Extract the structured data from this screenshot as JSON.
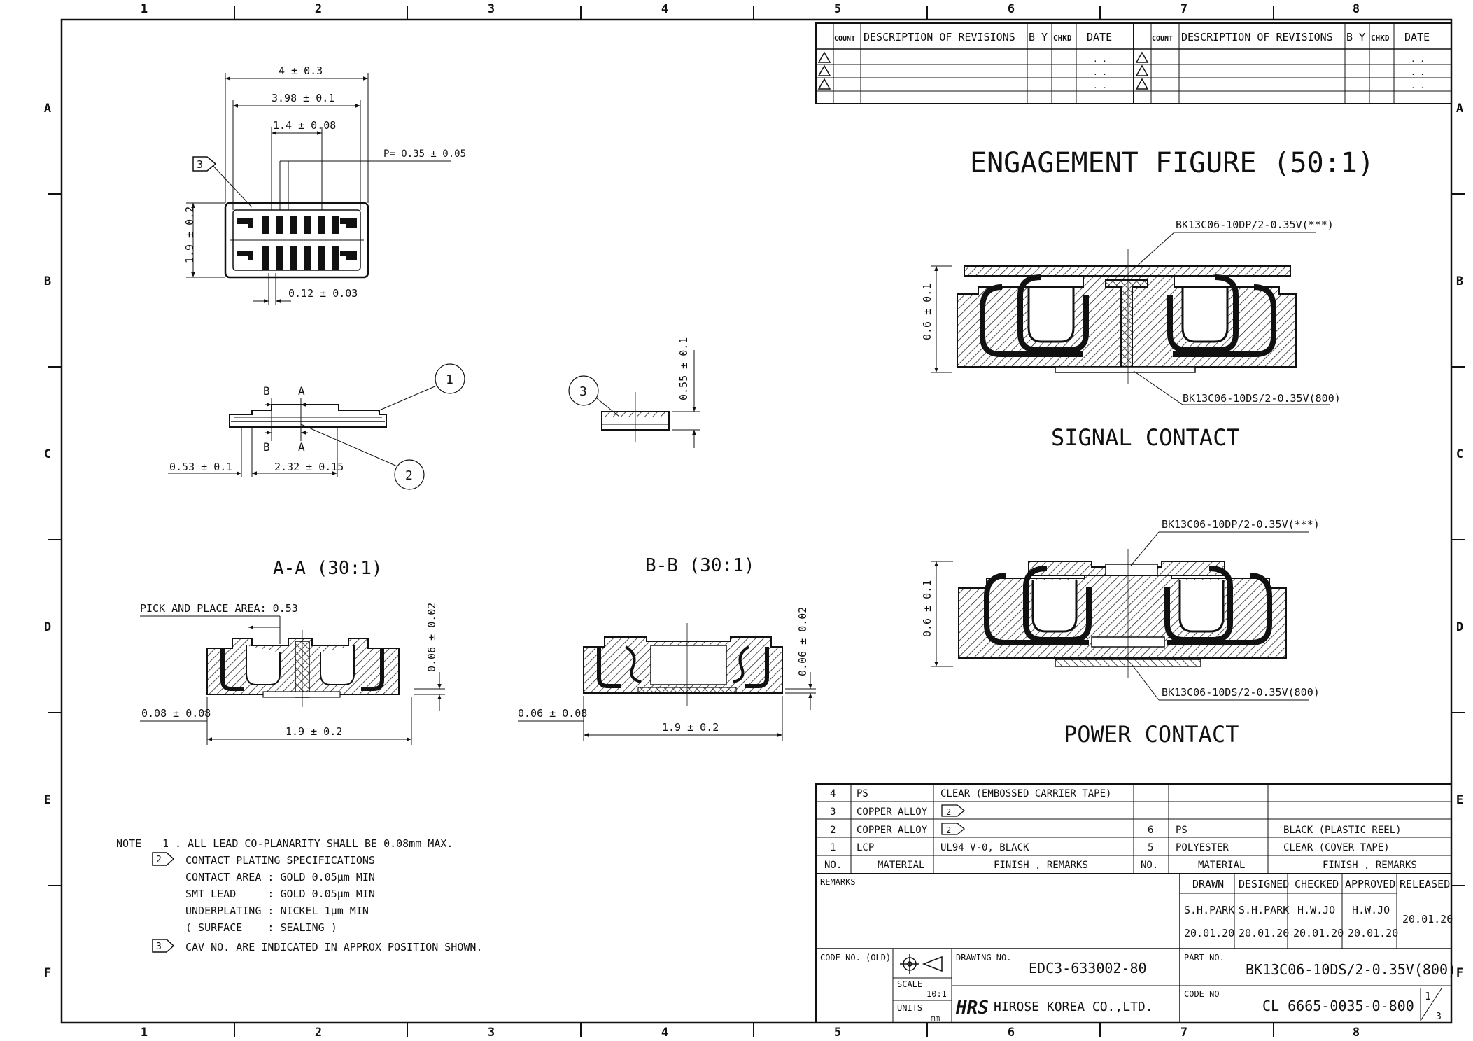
{
  "grid": {
    "columns": [
      "1",
      "2",
      "3",
      "4",
      "5",
      "6",
      "7",
      "8"
    ],
    "rows": [
      "A",
      "B",
      "C",
      "D",
      "E",
      "F"
    ]
  },
  "revisions": {
    "headers": [
      "COUNT",
      "DESCRIPTION OF REVISIONS",
      "B Y",
      "CHKD",
      "DATE"
    ],
    "date_placeholder": ". ."
  },
  "engagement": {
    "title": "ENGAGEMENT FIGURE (50:1)",
    "plug_part": "BK13C06-10DP/2-0.35V(***)",
    "recept_part": "BK13C06-10DS/2-0.35V(800)",
    "height_dim": "0.6 ± 0.1",
    "signal_caption": "SIGNAL CONTACT",
    "power_caption": "POWER CONTACT"
  },
  "top_view": {
    "callout": "3",
    "dims": {
      "length_outer": "4 ± 0.3",
      "length_body": "3.98 ± 0.1",
      "span": "1.4 ± 0.08",
      "pitch": "P= 0.35 ± 0.05",
      "width": "1.9 ± 0.2",
      "lead_width": "0.12 ± 0.03"
    }
  },
  "side_view": {
    "markers": [
      "B",
      "A",
      "B",
      "A"
    ],
    "callouts": [
      "1",
      "2"
    ],
    "dims": {
      "left": "0.53 ± 0.1",
      "span": "2.32 ± 0.15"
    }
  },
  "tape_view": {
    "callout": "3",
    "height": "0.55 ± 0.1"
  },
  "section_aa": {
    "title": "A-A (30:1)",
    "pick_area": "PICK AND PLACE AREA: 0.53",
    "dims": {
      "standoff": "0.08 ± 0.08",
      "width": "1.9 ± 0.2",
      "coplanarity": "0.06 ± 0.02"
    }
  },
  "section_bb": {
    "title": "B-B (30:1)",
    "dims": {
      "standoff": "0.06 ± 0.08",
      "width": "1.9 ± 0.2",
      "coplanarity": "0.06 ± 0.02"
    }
  },
  "notes": {
    "label": "NOTE",
    "lines": [
      "1 . ALL LEAD CO-PLANARITY SHALL BE 0.08mm MAX.",
      "CONTACT PLATING SPECIFICATIONS",
      "CONTACT AREA : GOLD 0.05μm MIN",
      "SMT LEAD     : GOLD 0.05μm MIN",
      "UNDERPLATING : NICKEL 1μm MIN",
      "( SURFACE    : SEALING )",
      "CAV NO. ARE INDICATED IN APPROX POSITION SHOWN."
    ],
    "flags": [
      "2",
      "3"
    ]
  },
  "bom": {
    "headers": [
      "NO.",
      "MATERIAL",
      "FINISH , REMARKS"
    ],
    "left_rows": [
      {
        "no": "4",
        "material": "PS",
        "remarks": "CLEAR (EMBOSSED CARRIER TAPE)"
      },
      {
        "no": "3",
        "material": "COPPER ALLOY",
        "remarks": "2"
      },
      {
        "no": "2",
        "material": "COPPER ALLOY",
        "remarks": "2"
      },
      {
        "no": "1",
        "material": "LCP",
        "remarks": "UL94 V-0, BLACK"
      }
    ],
    "right_rows": [
      {
        "no": "6",
        "material": "PS",
        "remarks": "BLACK (PLASTIC REEL)"
      },
      {
        "no": "5",
        "material": "POLYESTER",
        "remarks": "CLEAR (COVER TAPE)"
      }
    ]
  },
  "title_block": {
    "remarks_label": "REMARKS",
    "roles": [
      "DRAWN",
      "DESIGNED",
      "CHECKED",
      "APPROVED",
      "RELEASED"
    ],
    "names": [
      "S.H.PARK",
      "S.H.PARK",
      "H.W.JO",
      "H.W.JO"
    ],
    "dates": [
      "20.01.20",
      "20.01.20",
      "20.01.20",
      "20.01.20"
    ],
    "released": "20.01.20",
    "code_old_label": "CODE NO. (OLD)",
    "drawing_no_label": "DRAWING NO.",
    "drawing_no": "EDC3-633002-80",
    "part_no_label": "PART NO.",
    "part_no": "BK13C06-10DS/2-0.35V(800)",
    "scale_label": "SCALE",
    "scale": "10:1",
    "units_label": "UNITS",
    "units": "mm",
    "logo": "HRS",
    "company": "HIROSE KOREA CO.,LTD.",
    "code_no_label": "CODE NO",
    "code_no": "CL 6665-0035-0-800",
    "sheet": "1",
    "sheets_total": "3"
  }
}
